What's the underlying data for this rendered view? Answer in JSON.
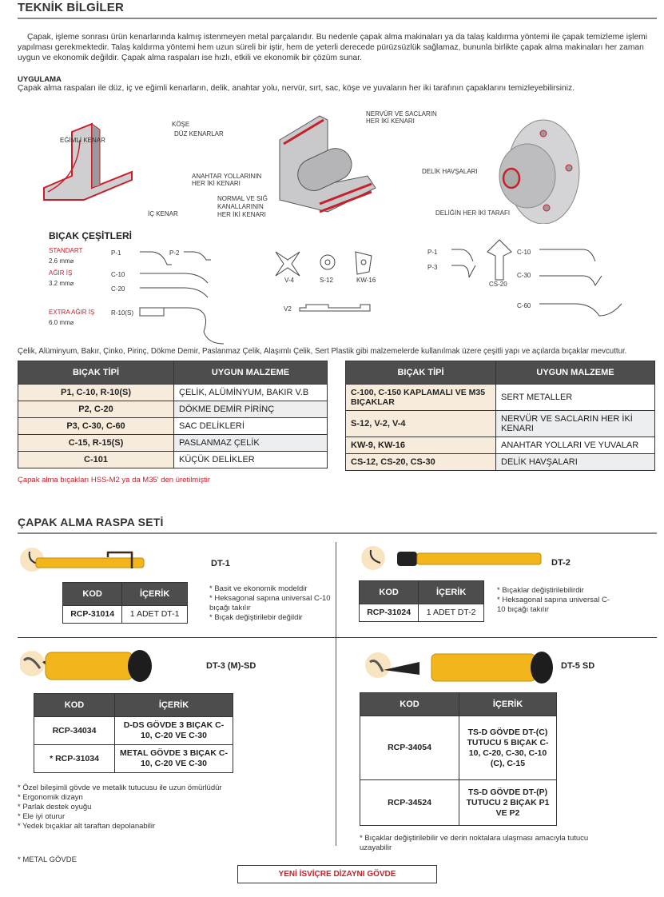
{
  "header": {
    "title": "TEKNİK BİLGİLER"
  },
  "intro": "Çapak, işleme sonrası ürün kenarlarında kalmış istenmeyen metal parçalarıdır. Bu nedenle çapak alma makinaları ya da talaş kaldırma yöntemi ile çapak temizleme işlemi yapılması gerekmektedir. Talaş kaldırma yöntemi hem uzun süreli bir iştir, hem de yeterli derecede pürüzsüzlük sağlamaz, bununla birlikte çapak alma makinaları her zaman uygun ve ekonomik değildir. Çapak alma raspaları ise hızlı, etkili ve ekonomik bir çözüm sunar.",
  "application": {
    "title": "UYGULAMA",
    "text": "Çapak alma raspaları ile düz, iç ve eğimli kenarların, delik, anahtar yolu, nervür, sırt, sac, köşe ve yuvaların her iki tarafının çapaklarını temizleyebilirsiniz."
  },
  "diagram": {
    "kose": "KÖŞE",
    "egimli": "EĞİMLİ KENAR",
    "duz": "DÜZ KENARLAR",
    "ic": "İÇ KENAR",
    "nervur1": "NERVÜR VE SACLARIN",
    "nervur2": "HER İKİ KENARI",
    "anahtar1": "ANAHTAR YOLLARININ",
    "anahtar2": "HER İKİ KENARI",
    "normal1": "NORMAL VE SIĞ",
    "normal2": "KANALLARININ",
    "normal3": "HER İKİ KENARI",
    "havsa": "DELİK HAVŞALARI",
    "delik": "DELİĞİN HER İKİ TARAFI"
  },
  "blades": {
    "title": "BIÇAK ÇEŞİTLERİ",
    "standart": "STANDART",
    "standart_size": "2.6 mm⌀",
    "agir": "AĞIR İŞ",
    "agir_size": "3.2 mm⌀",
    "extra": "EXTRA AĞIR İŞ",
    "extra_size": "6.0 mm⌀",
    "names": {
      "p1": "P-1",
      "p2": "P-2",
      "c10": "C-10",
      "c20": "C-20",
      "r10": "R-10(S)",
      "v4": "V-4",
      "s12": "S-12",
      "kw16": "KW-16",
      "v2": "V2",
      "p1b": "P-1",
      "p3": "P-3",
      "cs20": "CS-20",
      "c10b": "C-10",
      "c30": "C-30",
      "c60": "C-60"
    },
    "materials": "Çelik, Alüminyum, Bakır, Çinko, Pirinç, Dökme Demir, Paslanmaz Çelik, Alaşımlı Çelik, Sert Plastik gibi malzemelerde kullanılmak üzere çeşitli yapı ve açılarda bıçaklar mevcuttur."
  },
  "table_left": {
    "headers": [
      "BIÇAK TİPİ",
      "UYGUN MALZEME"
    ],
    "rows": [
      [
        "P1, C-10, R-10(S)",
        "ÇELİK, ALÜMİNYUM, BAKIR V.B"
      ],
      [
        "P2, C-20",
        "DÖKME DEMİR PİRİNÇ"
      ],
      [
        "P3, C-30, C-60",
        "SAC DELİKLERİ"
      ],
      [
        "C-15, R-15(S)",
        "PASLANMAZ ÇELİK"
      ],
      [
        "C-101",
        "KÜÇÜK DELİKLER"
      ]
    ]
  },
  "table_right": {
    "headers": [
      "BIÇAK TİPİ",
      "UYGUN MALZEME"
    ],
    "rows": [
      [
        "C-100, C-150 KAPLAMALI VE M35 BIÇAKLAR",
        "SERT METALLER"
      ],
      [
        "S-12, V-2, V-4",
        "NERVÜR VE SACLARIN  HER İKİ KENARI"
      ],
      [
        "KW-9, KW-16",
        "ANAHTAR YOLLARI VE YUVALAR"
      ],
      [
        "CS-12, CS-20, CS-30",
        "DELİK HAVŞALARI"
      ]
    ]
  },
  "blade_note": "Çapak alma bıçakları HSS-M2 ya da M35' den üretilmiştir",
  "set": {
    "title": "ÇAPAK ALMA RASPA SETİ",
    "dt1": {
      "name": "DT-1",
      "headers": [
        "KOD",
        "İÇERİK"
      ],
      "rows": [
        [
          "RCP-31014",
          "1 ADET DT-1"
        ]
      ],
      "notes": [
        "* Basit ve ekonomik modeldir",
        "* Heksagonal sapına universal C-10 bıçağı takılır",
        "* Bıçak değiştirilebir değildir"
      ]
    },
    "dt2": {
      "name": "DT-2",
      "headers": [
        "KOD",
        "İÇERİK"
      ],
      "rows": [
        [
          "RCP-31024",
          "1 ADET DT-2"
        ]
      ],
      "notes": [
        "* Bıçaklar değiştirilebilirdir",
        "* Heksagonal sapına universal C-10 bıçağı takılır"
      ]
    },
    "dt3": {
      "name": "DT-3 (M)-SD",
      "headers": [
        "KOD",
        "İÇERİK"
      ],
      "rows": [
        [
          "RCP-34034",
          "D-DS GÖVDE 3 BIÇAK C-10, C-20 VE C-30"
        ],
        [
          "* RCP-31034",
          "METAL GÖVDE 3 BIÇAK C-10, C-20 VE C-30"
        ]
      ],
      "notes": [
        "* Özel bileşimli gövde ve metalik tutucusu ile uzun ömürlüdür",
        "* Ergonomik dizayn",
        "* Parlak destek oyuğu",
        "* Ele iyi oturur",
        "* Yedek bıçaklar alt taraftan depolanabilir"
      ],
      "metal_note": "* METAL GÖVDE"
    },
    "dt5": {
      "name": "DT-5 SD",
      "headers": [
        "KOD",
        "İÇERİK"
      ],
      "rows": [
        [
          "RCP-34054",
          "TS-D GÖVDE DT-(C) TUTUCU 5 BIÇAK C-10, C-20, C-30, C-10 (C), C-15"
        ],
        [
          "RCP-34524",
          "TS-D GÖVDE DT-(P) TUTUCU 2 BIÇAK P1 VE P2"
        ]
      ],
      "notes": [
        "* Bıçaklar değiştirilebilir ve derin noktalara ulaşması amacıyla tutucu uzayabilir"
      ]
    },
    "swiss_button": "YENİ İSVİÇRE DİZAYNI GÖVDE"
  },
  "colors": {
    "accent_red": "#c8202a",
    "header_gray": "#4d4d4d",
    "tool_yellow": "#f2b51c"
  }
}
